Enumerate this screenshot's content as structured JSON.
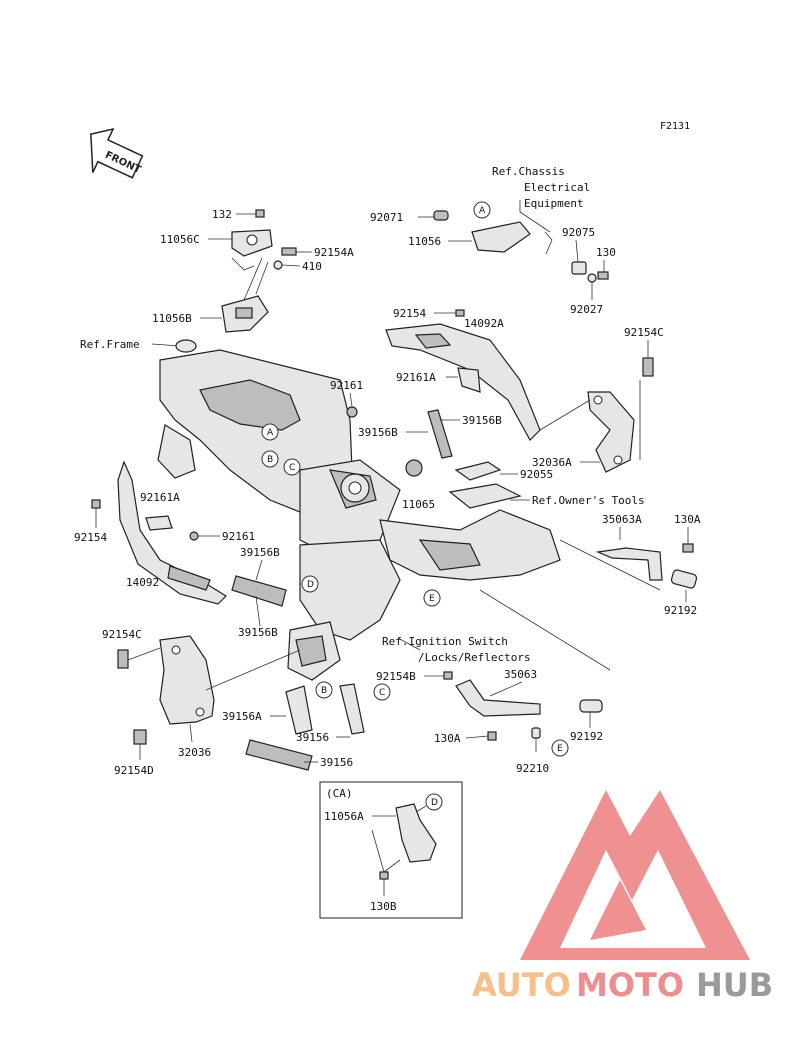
{
  "figure_code": "F2131",
  "front_label": "FRONT",
  "refs": {
    "chassis_electrical": [
      "Ref.Chassis",
      "Electrical",
      "Equipment"
    ],
    "frame": "Ref.Frame",
    "owners_tools": "Ref.Owner's Tools",
    "ignition": [
      "Ref.Ignition Switch",
      "/Locks/Reflectors"
    ]
  },
  "parts": {
    "p132": "132",
    "p11056C": "11056C",
    "p92154A": "92154A",
    "p410": "410",
    "p11056B": "11056B",
    "p92071": "92071",
    "p11056": "11056",
    "p92075": "92075",
    "p130": "130",
    "p92027": "92027",
    "p92154_top": "92154",
    "p14092A": "14092A",
    "p92154C_r": "92154C",
    "p92161_c": "92161",
    "p92161A_r": "92161A",
    "p39156B_r": "39156B",
    "p39156B_r2": "39156B",
    "p32036A": "32036A",
    "p92055": "92055",
    "p11065": "11065",
    "p35063A": "35063A",
    "p130A_r": "130A",
    "p92192_r": "92192",
    "p92161A_l": "92161A",
    "p92154_l": "92154",
    "p92161_l": "92161",
    "p39156B_l": "39156B",
    "p14092": "14092",
    "p39156B_l2": "39156B",
    "p92154C_l": "92154C",
    "p92154B": "92154B",
    "p35063": "35063",
    "p39156A": "39156A",
    "p39156": "39156",
    "p39156_b": "39156",
    "p32036": "32036",
    "p130A_b": "130A",
    "p92210": "92210",
    "p92192_b": "92192",
    "p92154D": "92154D",
    "p11056A": "11056A",
    "p130B": "130B"
  },
  "callouts": {
    "A": "A",
    "B": "B",
    "C": "C",
    "D": "D",
    "E": "E"
  },
  "inset_label": "(CA)",
  "watermark": {
    "part1": "AUTO",
    "part2": "MOTO",
    "part3": "HUB",
    "color1": "#f6c08a",
    "color2": "#ef8c8c",
    "color3": "#9a9a9a",
    "logo_color": "#ef8c8c"
  }
}
